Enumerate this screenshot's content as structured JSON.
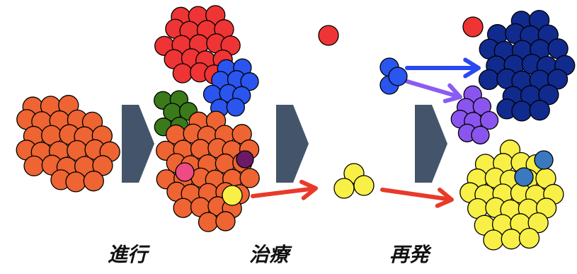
{
  "labels": {
    "progression": "進行",
    "treatment": "治療",
    "relapse": "再発"
  },
  "colors": {
    "orange": "#ee6432",
    "red": "#ee3434",
    "blue": "#2a55ee",
    "green": "#3a7a1a",
    "pink": "#ee4a84",
    "purple": "#6a1a66",
    "yellow": "#f8f046",
    "navy": "#112a8e",
    "violet": "#8a55ee",
    "steelblue": "#3a78c0",
    "arrow_red": "#e83a2a",
    "arrow_blue": "#2a48f0",
    "arrow_violet": "#8a5cf0",
    "chevron": "#44546a",
    "outline": "#000000"
  },
  "icons": {
    "stage_arrow": "chevron-right-icon",
    "transition_arrow": "arrow-right-icon"
  }
}
